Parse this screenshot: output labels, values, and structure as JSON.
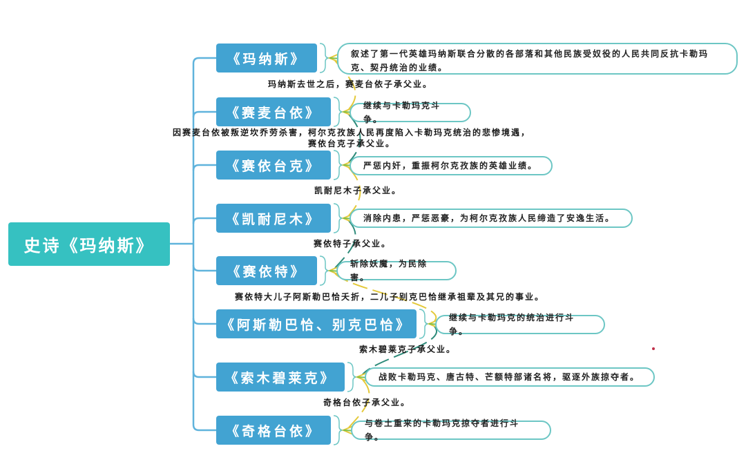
{
  "root": {
    "label": "史诗《玛纳斯》"
  },
  "books": [
    {
      "title": "《玛纳斯》",
      "summary": "叙述了第一代英雄玛纳斯联合分散的各部落和其他民族受奴役的人民共同反抗卡勒玛克、契丹统治的业绩。"
    },
    {
      "title": "《赛麦台依》",
      "summary": "继续与卡勒玛克斗争。"
    },
    {
      "title": "《赛依台克》",
      "summary": "严惩内奸，重振柯尔克孜族的英雄业绩。"
    },
    {
      "title": "《凯耐尼木》",
      "summary": "消除内患，严惩恶豪，为柯尔克孜族人民缔造了安逸生活。"
    },
    {
      "title": "《赛依特》",
      "summary": "斩除妖魔，为民除害。"
    },
    {
      "title": "《阿斯勒巴恰、别克巴恰》",
      "summary": "继续与卡勒玛克的统治进行斗争。"
    },
    {
      "title": "《索木碧莱克》",
      "summary": "战败卡勒玛克、唐古特、芒额特部诸名将，驱逐外族掠夺者。"
    },
    {
      "title": "《奇格台依》",
      "summary": "与卷土重来的卡勒玛克掠夺者进行斗争。"
    }
  ],
  "transitions": [
    {
      "line1": "玛纳斯去世之后，赛麦台依子承父业。"
    },
    {
      "line1": "因赛麦台依被叛逆坎乔劳杀害，柯尔克孜族人民再度陷入卡勒玛克统治的悲惨境遇，",
      "line2": "赛依台克子承父业。"
    },
    {
      "line1": "凯耐尼木子承父业。"
    },
    {
      "line1": "赛依特子承父业。"
    },
    {
      "line1": "赛依特大儿子阿斯勒巴恰夭折，二儿子别克巴恰继承祖辈及其兄的事业。"
    },
    {
      "line1": "索木碧莱克子承父业。"
    },
    {
      "line1": "奇格台依子承父业。"
    }
  ],
  "colors": {
    "root": "#36c1c1",
    "book": "#42a3d2",
    "connector": "#5fb3dc",
    "bubble_border": "#6cc6c4",
    "arrow_yellow": "#e4c93a",
    "arrow_green": "#7fbf4a",
    "arrow_teal": "#2e8b7a"
  }
}
